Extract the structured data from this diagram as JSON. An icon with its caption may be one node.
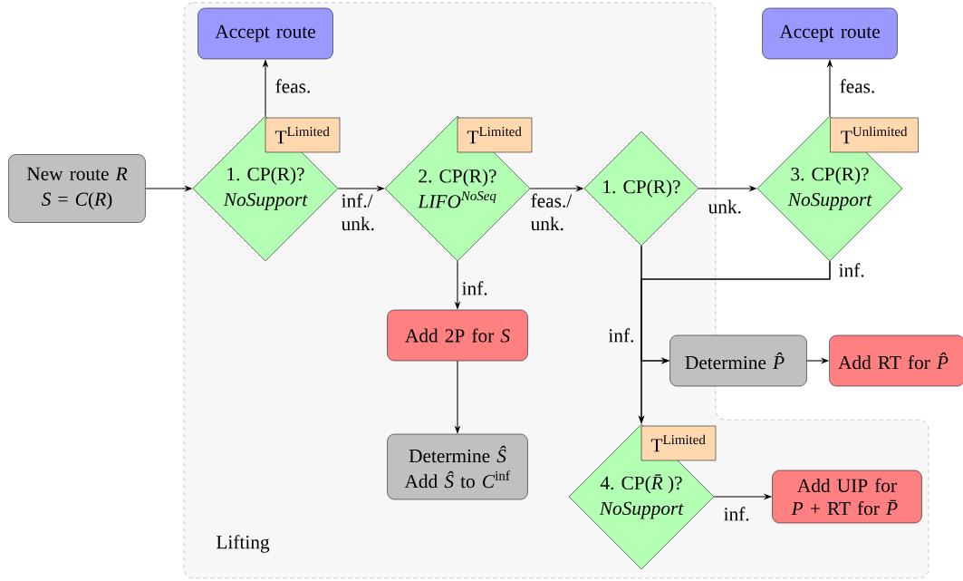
{
  "diagram": {
    "nodes": [
      {
        "text": [
          "Lifting"
        ]
      },
      {
        "text": [
          "New route *R*",
          "*S* = *C*(*R*)"
        ]
      },
      {
        "text": [
          "Accept route"
        ],
        "in": 0
      },
      {
        "text": [
          "1. CP(R)?",
          "NoSupport"
        ],
        "in": 0
      },
      {
        "text": [
          "\\mathrm{T}^{\\mathrm{Limited}}"
        ],
        "in": 0
      },
      {
        "text": [
          "2. CP(R)?",
          "LIFO$^{NoSeq}$"
        ],
        "in": 0
      },
      {
        "text": [
          "\\mathrm{T}^{\\mathrm{Limited}}"
        ],
        "in": 0
      },
      {
        "text": [
          "1. CP(R)?"
        ],
        "in": 0
      },
      {
        "text": [
          "Accept route"
        ]
      },
      {
        "text": [
          "3. CP(R)?",
          "NoSupport"
        ]
      },
      {
        "text": [
          "\\mathrm{T}^{\\mathrm{Unlimited}}"
        ]
      },
      {
        "text": [
          "Add 2P for *S*"
        ],
        "in": 0
      },
      {
        "text": [
          "Determine *P̂*"
        ]
      },
      {
        "text": [
          "Add RT for *P̂*"
        ]
      },
      {
        "text": [
          "Determine *Ŝ*",
          "Add *Ŝ* to *C*$^{inf}$"
        ],
        "in": 0
      },
      {
        "text": [
          "4. CP(*R̄*)?",
          "NoSupport"
        ],
        "in": 0
      },
      {
        "text": [
          "\\mathrm{T}^{\\mathrm{Limited}}"
        ],
        "in": 0
      },
      {
        "text": [
          "Add UIP for *P* + RT for *P̄*"
        ],
        "in": 0
      }
    ],
    "edges": [
      {
        "from": 1,
        "to": 3,
        "arrow": "to"
      },
      {
        "from": 3,
        "to": 2,
        "arrow": "to",
        "label": "feas."
      },
      {
        "from": 3,
        "to": 5,
        "arrow": "to",
        "label": "inf./ unk."
      },
      {
        "from": 5,
        "to": 7,
        "arrow": "to",
        "label": "feas./ unk."
      },
      {
        "from": 5,
        "to": 11,
        "arrow": "to",
        "label": "inf."
      },
      {
        "from": 7,
        "to": 9,
        "arrow": "to",
        "label": "unk."
      },
      {
        "from": 9,
        "to": 8,
        "arrow": "to",
        "label": "feas."
      },
      {
        "from": 7,
        "to": 12,
        "arrow": "to",
        "label": "inf."
      },
      {
        "from": 9,
        "to": 12,
        "arrow": "to",
        "label": "inf."
      },
      {
        "from": 7,
        "to": 15,
        "arrow": "to"
      },
      {
        "from": 9,
        "to": 15,
        "arrow": "to"
      },
      {
        "from": 12,
        "to": 13,
        "arrow": "to"
      },
      {
        "from": 11,
        "to": 14,
        "arrow": "to"
      },
      {
        "from": 15,
        "to": 17,
        "arrow": "to",
        "label": "inf."
      }
    ]
  }
}
